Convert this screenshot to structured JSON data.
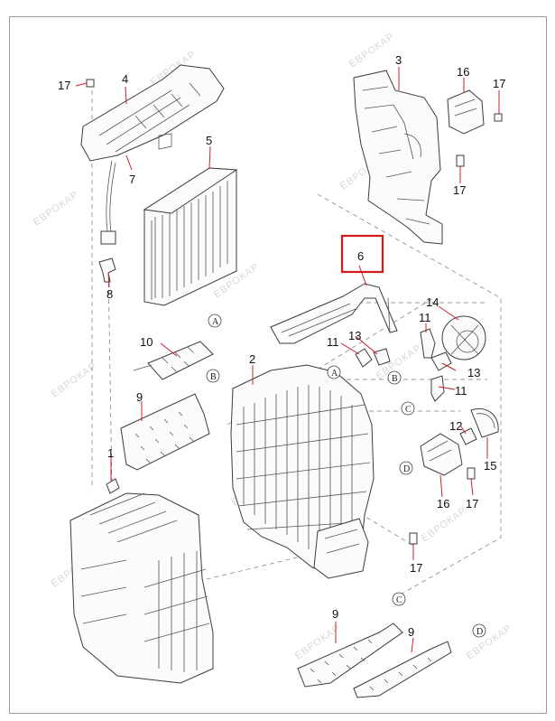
{
  "watermark": {
    "text": "ЕВРОКАР"
  },
  "colors": {
    "highlight": "#d51a1a",
    "leader": "#cc1f2e",
    "line": "#3c3c3c"
  },
  "callouts": {
    "c17a": "17",
    "c4": "4",
    "c7": "7",
    "c5": "5",
    "c8": "8",
    "c3": "3",
    "c16a": "16",
    "c17b": "17",
    "c17c": "17",
    "c6": "6",
    "c14": "14",
    "c11a": "11",
    "c11b": "11",
    "c13a": "13",
    "c13b": "13",
    "c11c": "11",
    "c10": "10",
    "c9a": "9",
    "c2": "2",
    "c12": "12",
    "c15": "15",
    "c1": "1",
    "c16b": "16",
    "c17d": "17",
    "c17e": "17",
    "c9b": "9",
    "c9c": "9"
  },
  "refs": {
    "a1": "A",
    "b1": "B",
    "a2": "A",
    "b2": "B",
    "c1": "C",
    "d1": "D",
    "c2": "C",
    "d2": "D"
  },
  "highlighted_part": "6"
}
